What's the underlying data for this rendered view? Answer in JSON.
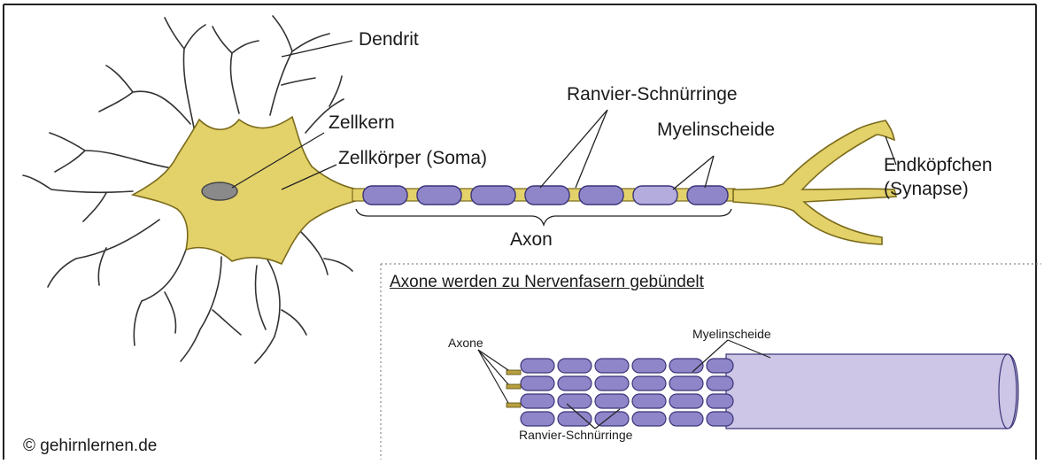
{
  "labels": {
    "dendrit": "Dendrit",
    "zellkern": "Zellkern",
    "zellkoerper": "Zellkörper (Soma)",
    "ranvier": "Ranvier-Schnürringe",
    "myelinscheide": "Myelinscheide",
    "endkoepfchen": "Endköpfchen",
    "synapse": "(Synapse)",
    "axon": "Axon"
  },
  "inset": {
    "title": "Axone werden zu Nervenfasern gebündelt",
    "axone": "Axone",
    "myelinscheide": "Myelinscheide",
    "ranvier": "Ranvier-Schnürringe"
  },
  "copyright": "© gehirnlernen.de",
  "colors": {
    "soma": "#e3d26a",
    "soma_stroke": "#7a6a1a",
    "myelin": "#8f86c9",
    "myelin_light": "#b4acdd",
    "nucleus": "#8a8a8a",
    "cable": "#cdc6e6",
    "frame": "#222222"
  }
}
